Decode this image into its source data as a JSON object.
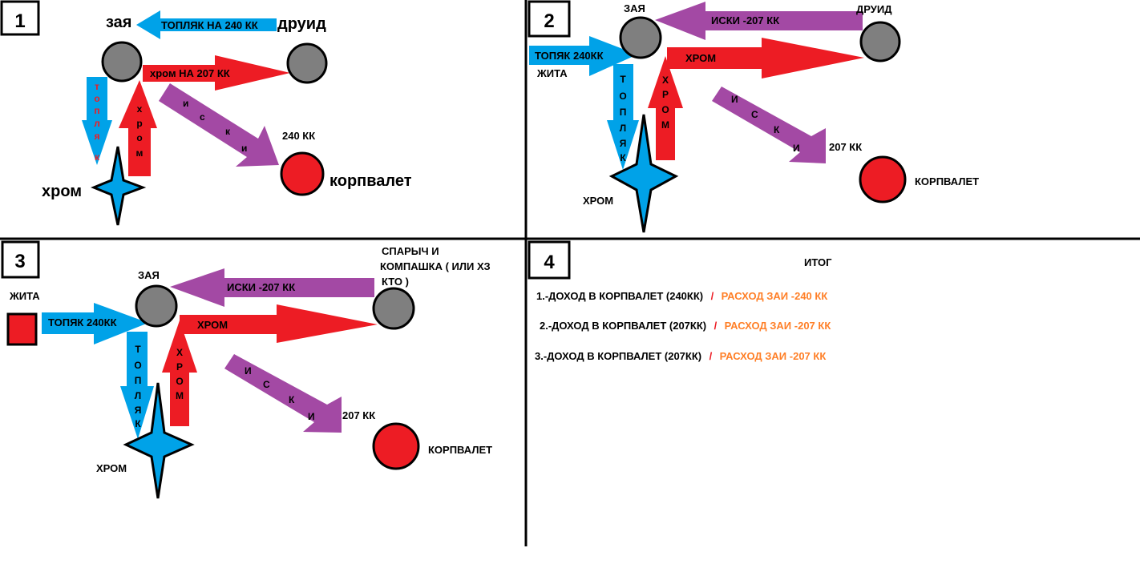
{
  "colors": {
    "blue": "#00a2e8",
    "red": "#ed1c24",
    "purple": "#a349a4",
    "gray": "#7f7f7f",
    "orange": "#ff7f27",
    "black": "#000000"
  },
  "panel1": {
    "number": "1",
    "node_zaya": "зая",
    "node_druid": "друид",
    "node_hrom": "хром",
    "node_korpvalet": "корпвалет",
    "arrow_toplyak": "ТОПЛЯК НА 240 КК",
    "arrow_hrom": "хром  НА 207 КК",
    "amount": "240 КК",
    "vert_toplyak": [
      "т",
      "о",
      "п",
      "л",
      "я",
      "к"
    ],
    "vert_hrom": [
      "х",
      "р",
      "о",
      "м"
    ],
    "diag_iski": [
      "и",
      "с",
      "к",
      "и"
    ]
  },
  "panel2": {
    "number": "2",
    "node_zaya": "ЗАЯ",
    "node_druid": "ДРУИД",
    "node_hrom": "ХРОМ",
    "node_zhita": "ЖИТА",
    "node_korpvalet": "КОРПВАЛЕТ",
    "arrow_iski": "ИСКИ -207 КК",
    "arrow_toplyak": "ТОПЯК 240КК",
    "arrow_hrom": "ХРОМ",
    "amount": "207 КК",
    "vert_toplyak": [
      "Т",
      "О",
      "П",
      "Л",
      "Я",
      "К"
    ],
    "vert_hrom": [
      "Х",
      "Р",
      "О",
      "М"
    ],
    "diag_iski": [
      "И",
      "С",
      "К",
      "И"
    ]
  },
  "panel3": {
    "number": "3",
    "node_zaya": "ЗАЯ",
    "node_sparych_line1": "СПАРЫЧ И",
    "node_sparych_line2": "КОМПАШКА ( ИЛИ ХЗ",
    "node_sparych_line3": "КТО )",
    "node_hrom": "ХРОМ",
    "node_zhita": "ЖИТА",
    "node_korpvalet": "КОРПВАЛЕТ",
    "arrow_iski": "ИСКИ -207 КК",
    "arrow_toplyak": "ТОПЯК 240КК",
    "arrow_hrom": "ХРОМ",
    "amount": "207 КК",
    "vert_toplyak": [
      "Т",
      "О",
      "П",
      "Л",
      "Я",
      "К"
    ],
    "vert_hrom": [
      "Х",
      "Р",
      "О",
      "М"
    ],
    "diag_iski": [
      "И",
      "С",
      "К",
      "И"
    ]
  },
  "panel4": {
    "number": "4",
    "title": "ИТОГ",
    "lines": [
      {
        "income": "1.-ДОХОД В КОРПВАЛЕТ (240КК)",
        "slash": "/",
        "expense": "РАСХОД ЗАИ -240 КК"
      },
      {
        "income": "2.-ДОХОД В КОРПВАЛЕТ (207КК)",
        "slash": "/",
        "expense": "РАСХОД ЗАИ -207 КК"
      },
      {
        "income": "3.-ДОХОД В КОРПВАЛЕТ (207КК)",
        "slash": "/",
        "expense": "РАСХОД ЗАИ -207 КК"
      }
    ]
  }
}
